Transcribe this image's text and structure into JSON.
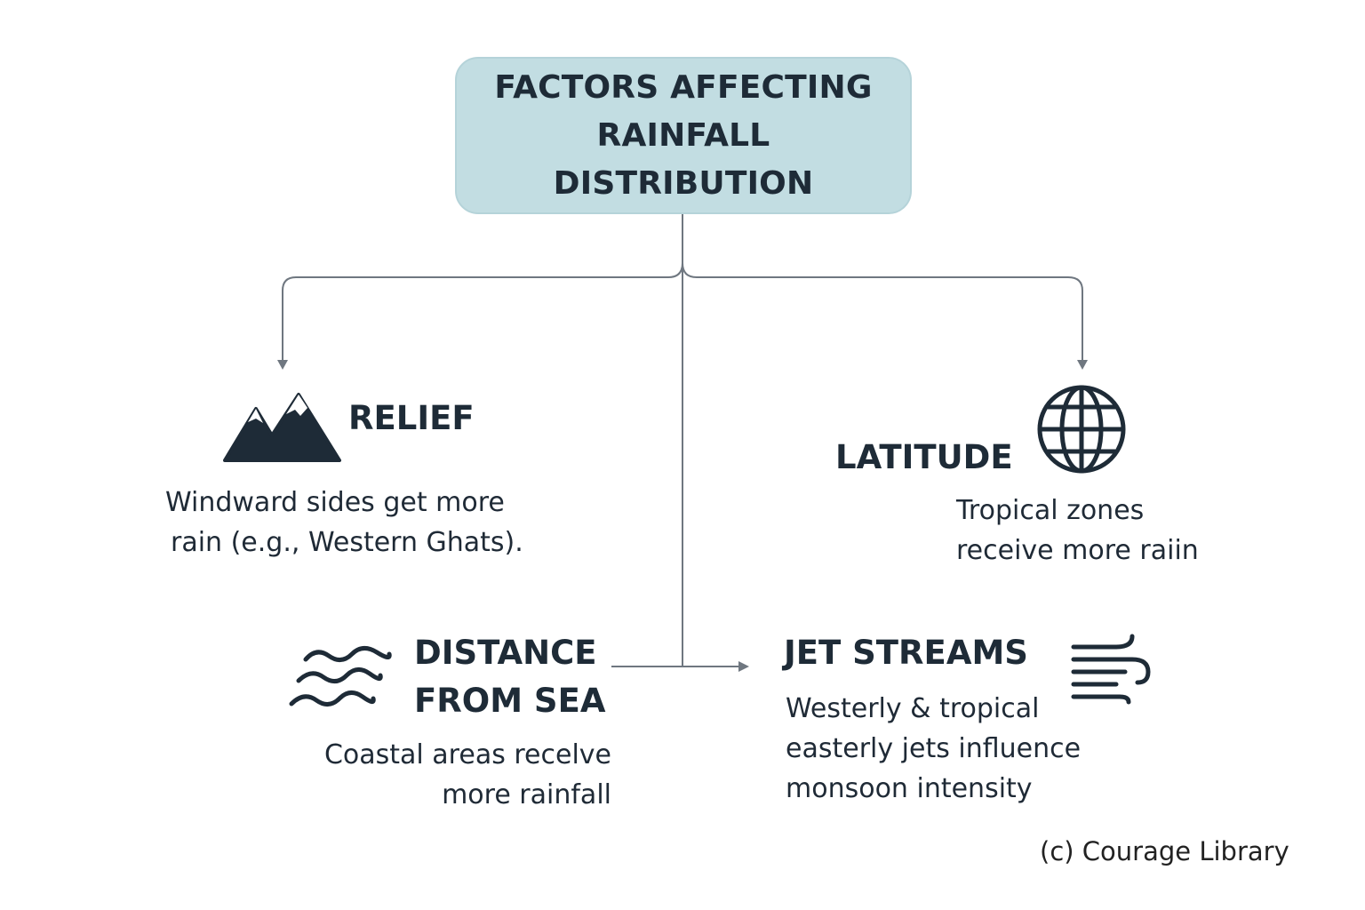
{
  "diagram": {
    "root": {
      "title_line1": "FACTORS AFFECTING",
      "title_line2": "RAINFALL DISTRIBUTION"
    },
    "factors": {
      "relief": {
        "heading": "RELIEF",
        "desc_line1": "Windward sides get more",
        "desc_line2": "rain (e.g., Western Ghats).",
        "icon": "mountain-icon"
      },
      "latitude": {
        "heading": "LATITUDE",
        "desc_line1": "Tropical zones",
        "desc_line2": "receive more raiin",
        "icon": "globe-icon"
      },
      "distance_from_sea": {
        "heading_line1": "DISTANCE",
        "heading_line2": "FROM SEA",
        "desc_line1": "Coastal areas recelve",
        "desc_line2": "more rainfall",
        "icon": "waves-icon"
      },
      "jet_streams": {
        "heading": "JET STREAMS",
        "desc_line1": "Westerly & tropical",
        "desc_line2": "easterly jets influence",
        "desc_line3": "monsoon intensity",
        "icon": "wind-icon"
      }
    }
  },
  "watermark": "(c) Courage Library",
  "colors": {
    "root_fill": "#c2dde2",
    "text": "#1e2b37",
    "connector": "#6f7780"
  }
}
